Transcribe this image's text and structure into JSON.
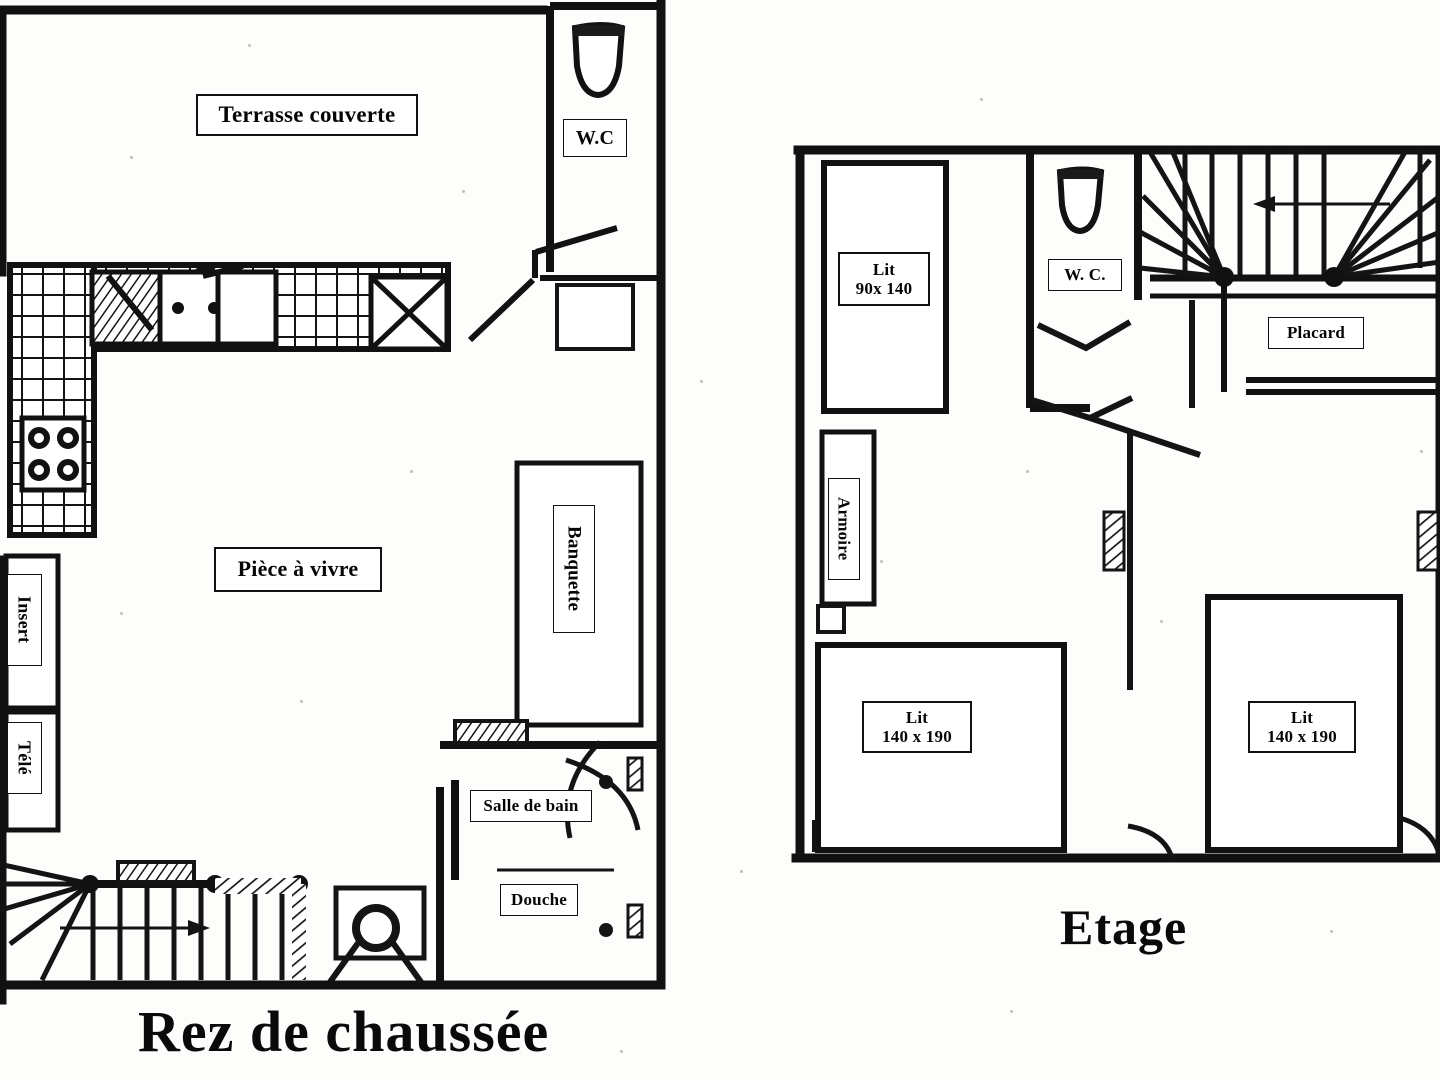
{
  "document": {
    "type": "architectural-floor-plan",
    "language": "fr",
    "style": "scanned-black-and-white-line-drawing"
  },
  "plans": [
    {
      "id": "ground-floor",
      "title": "Rez de chaussée",
      "rooms": [
        {
          "key": "terrasse",
          "label": "Terrasse couverte",
          "orientation": "horizontal"
        },
        {
          "key": "wc",
          "label": "W.C",
          "orientation": "horizontal"
        },
        {
          "key": "piece-a-vivre",
          "label": "Pièce à vivre",
          "orientation": "horizontal"
        },
        {
          "key": "salle-de-bain",
          "label": "Salle de bain",
          "orientation": "horizontal"
        },
        {
          "key": "douche",
          "label": "Douche",
          "orientation": "horizontal"
        }
      ],
      "furniture": [
        {
          "key": "banquette",
          "label": "Banquette",
          "orientation": "vertical"
        },
        {
          "key": "insert",
          "label": "Insert",
          "orientation": "vertical"
        },
        {
          "key": "tele",
          "label": "Télé",
          "orientation": "vertical"
        }
      ],
      "fixtures": [
        {
          "key": "toilet",
          "icon": "toilet-icon"
        },
        {
          "key": "sink-double",
          "icon": "kitchen-sink-icon"
        },
        {
          "key": "cooktop",
          "icon": "cooktop-four-burner-icon"
        },
        {
          "key": "appliance-x",
          "icon": "appliance-crossed-icon"
        },
        {
          "key": "washbasin",
          "icon": "washbasin-icon"
        },
        {
          "key": "stairs-up",
          "icon": "staircase-icon",
          "direction": "up"
        }
      ]
    },
    {
      "id": "upper-floor",
      "title": "Etage",
      "rooms": [
        {
          "key": "wc-upper",
          "label": "W. C.",
          "orientation": "horizontal"
        },
        {
          "key": "placard",
          "label": "Placard",
          "orientation": "horizontal"
        }
      ],
      "furniture": [
        {
          "key": "bed-single",
          "label": "Lit\n90x 140",
          "line1": "Lit",
          "line2": "90x 140",
          "orientation": "horizontal"
        },
        {
          "key": "bed-double-left",
          "label": "Lit\n140 x 190",
          "line1": "Lit",
          "line2": "140 x 190",
          "orientation": "horizontal"
        },
        {
          "key": "bed-double-right",
          "label": "Lit\n140 x 190",
          "line1": "Lit",
          "line2": "140 x 190",
          "orientation": "horizontal"
        },
        {
          "key": "armoire",
          "label": "Armoire",
          "orientation": "vertical"
        }
      ],
      "fixtures": [
        {
          "key": "toilet-upper",
          "icon": "toilet-icon"
        },
        {
          "key": "stairs-down",
          "icon": "staircase-winder-icon",
          "direction": "down"
        }
      ]
    }
  ],
  "colors": {
    "ink": "#0a0a0a",
    "paper": "#fdfdfb",
    "wall": "#111111",
    "grain": "#8a8a8a"
  }
}
